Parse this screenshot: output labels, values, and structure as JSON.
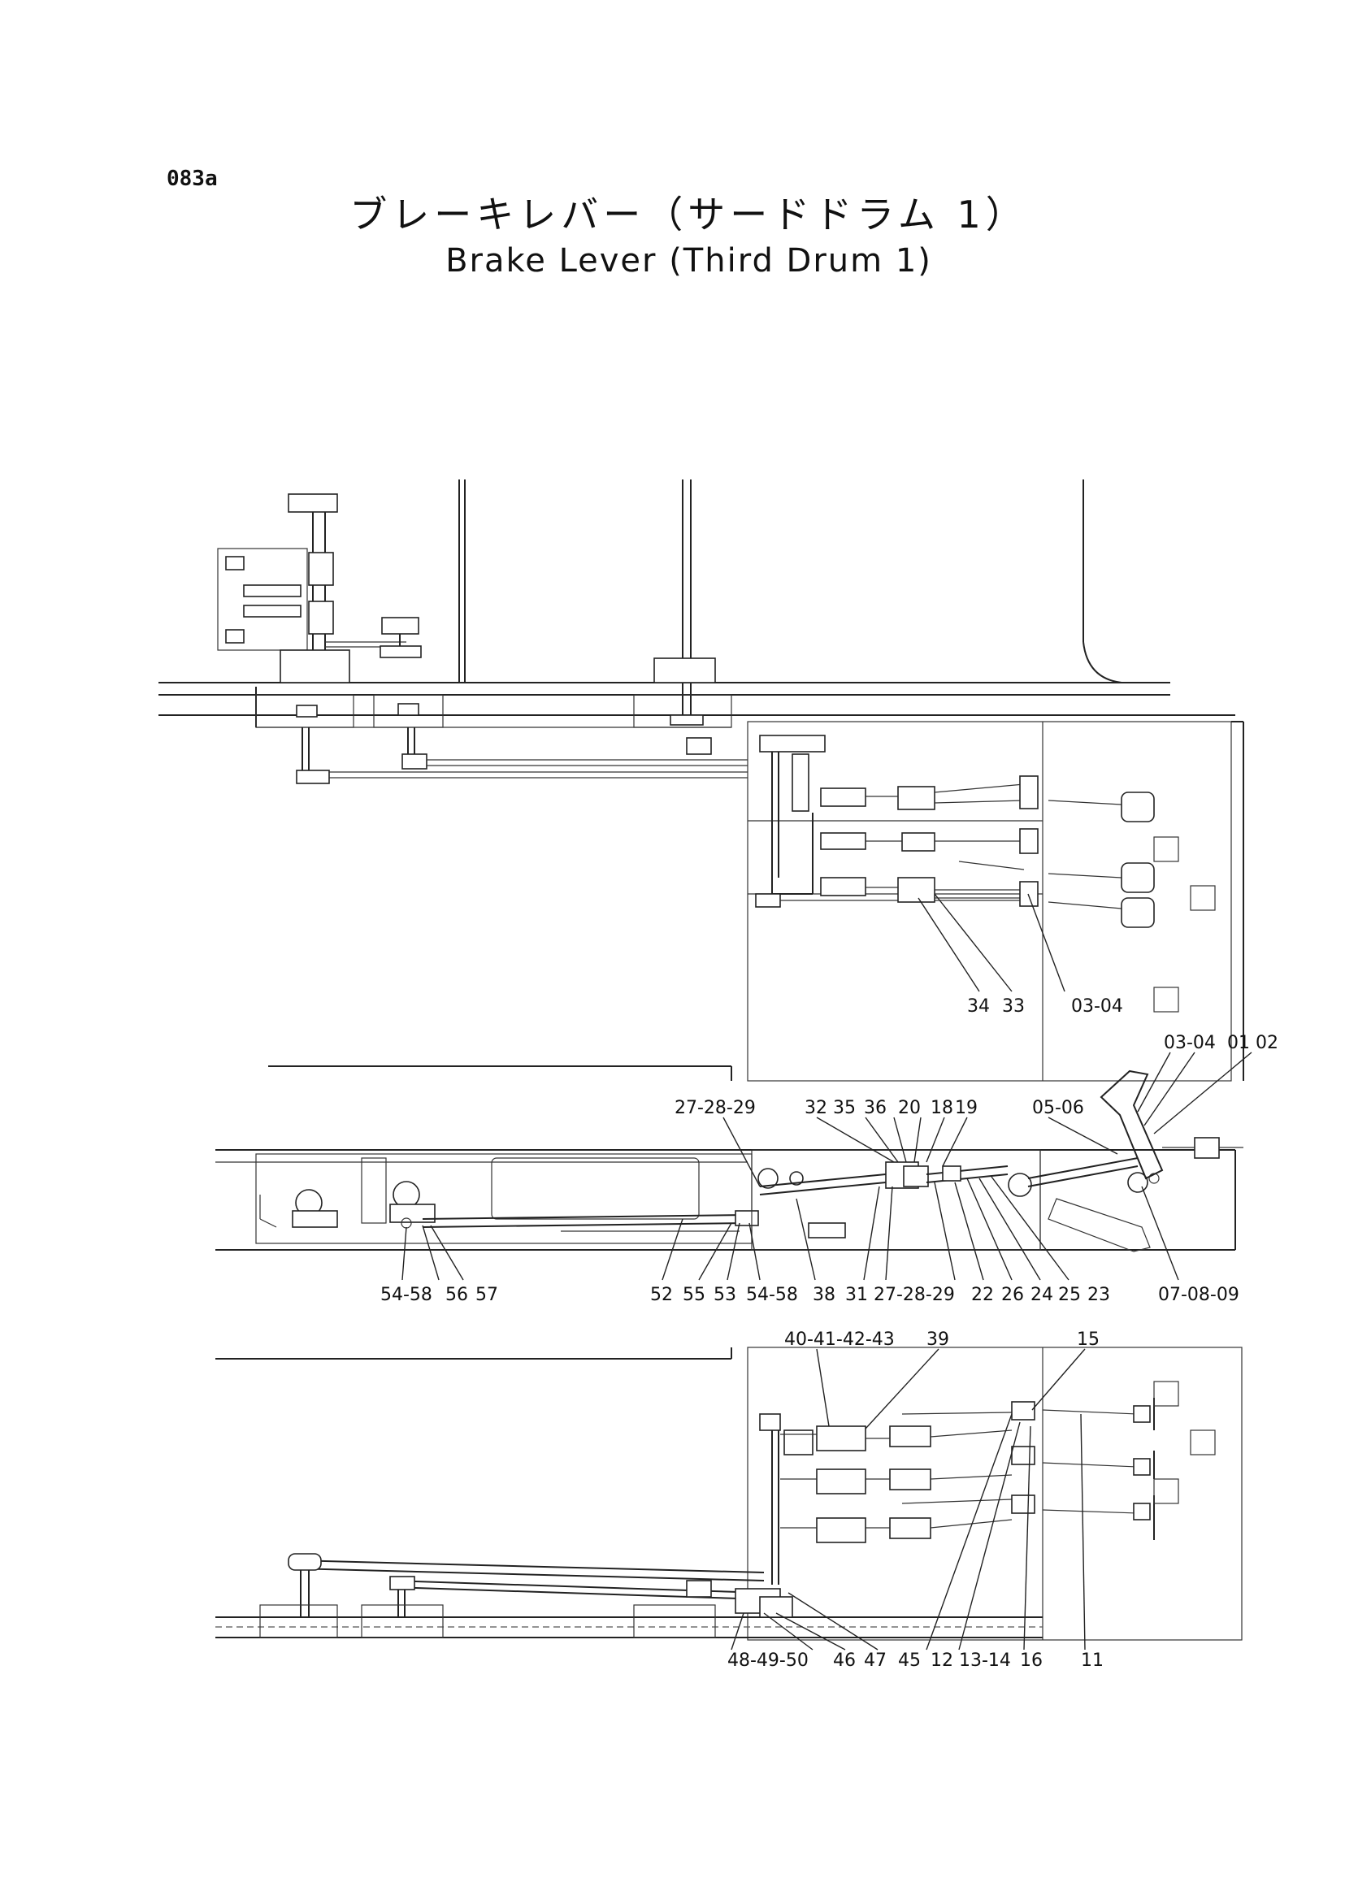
{
  "page_code": "083a",
  "title_jp": "ブレーキレバー（サードドラム 1）",
  "title_en": "Brake Lever (Third Drum 1)",
  "views": [
    {
      "name": "top-view",
      "callouts": [
        "34",
        "33",
        "03-04"
      ]
    },
    {
      "name": "side-view",
      "callouts": [
        "03-04",
        "01",
        "02",
        "27-28-29",
        "32",
        "35",
        "36",
        "20",
        "18",
        "19",
        "05-06",
        "54-58",
        "56",
        "57",
        "52",
        "55",
        "53",
        "54-58",
        "38",
        "31",
        "27-28-29",
        "22",
        "26",
        "24",
        "25",
        "23",
        "07-08-09"
      ]
    },
    {
      "name": "bottom-view",
      "callouts": [
        "40-41-42-43",
        "39",
        "15",
        "48-49-50",
        "46",
        "47",
        "45",
        "12",
        "13-14",
        "16",
        "11"
      ]
    }
  ],
  "icons": [
    "technical-line-drawing"
  ]
}
